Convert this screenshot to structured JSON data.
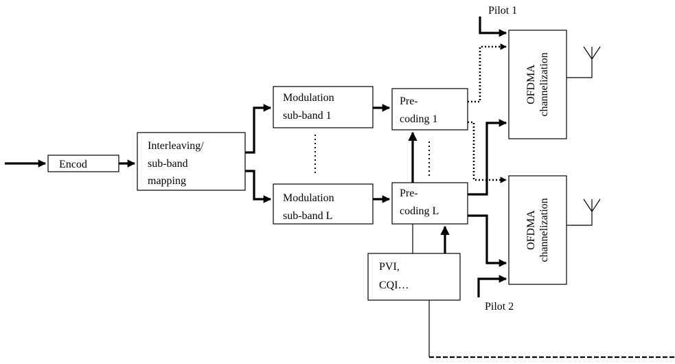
{
  "blocks": {
    "encoder": "Encod",
    "interleaving": [
      "Interleaving/",
      "sub-band",
      "mapping"
    ],
    "modulation_1": [
      "Modulation",
      "sub-band 1"
    ],
    "modulation_l": [
      "Modulation",
      "sub-band L"
    ],
    "precoding_1": [
      "Pre-",
      "coding 1"
    ],
    "precoding_l": [
      "Pre-",
      "coding L"
    ],
    "feedback": [
      "PVI,",
      "CQI…"
    ],
    "ofdma_1": [
      "OFDMA",
      "channelization"
    ],
    "ofdma_2": [
      "OFDMA",
      "channelization"
    ]
  },
  "pilots": {
    "pilot_1": "Pilot 1",
    "pilot_2": "Pilot 2"
  }
}
